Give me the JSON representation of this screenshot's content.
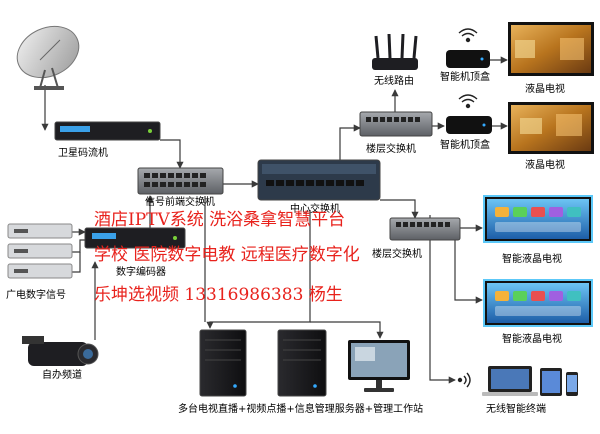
{
  "labels": {
    "satellite_receiver": "卫星码流机",
    "front_switch": "信号前端交换机",
    "encoder": "数字编码器",
    "cable_tv": "广电数字信号",
    "self_channel": "自办频道",
    "core_switch": "中心交换机",
    "wireless_router": "无线路由",
    "floor_switch_1": "楼层交换机",
    "floor_switch_2": "楼层交换机",
    "stb_1": "智能机顶盒",
    "stb_2": "智能机顶盒",
    "lcd_tv_1": "液晶电视",
    "lcd_tv_2": "液晶电视",
    "smart_tv_1": "智能液晶电视",
    "smart_tv_2": "智能液晶电视",
    "servers": "多台电视直播+视频点播+信息管理服务器+管理工作站",
    "wireless_terminals": "无线智能终端"
  },
  "watermark": {
    "line1": "酒店IPTV系统 洗浴桑拿智慧平台",
    "line2": "学校 医院数字电教 远程医疗数字化",
    "line3": "乐坤选视频 13316986383 杨生"
  },
  "colors": {
    "line": "#3a3a3a",
    "watermark": "#e8221c",
    "device_dark": "#1e1e22",
    "device_gray": "#8c8f94",
    "tv_warm": "#b8741e",
    "tv_smart": "#2a8fd8"
  }
}
